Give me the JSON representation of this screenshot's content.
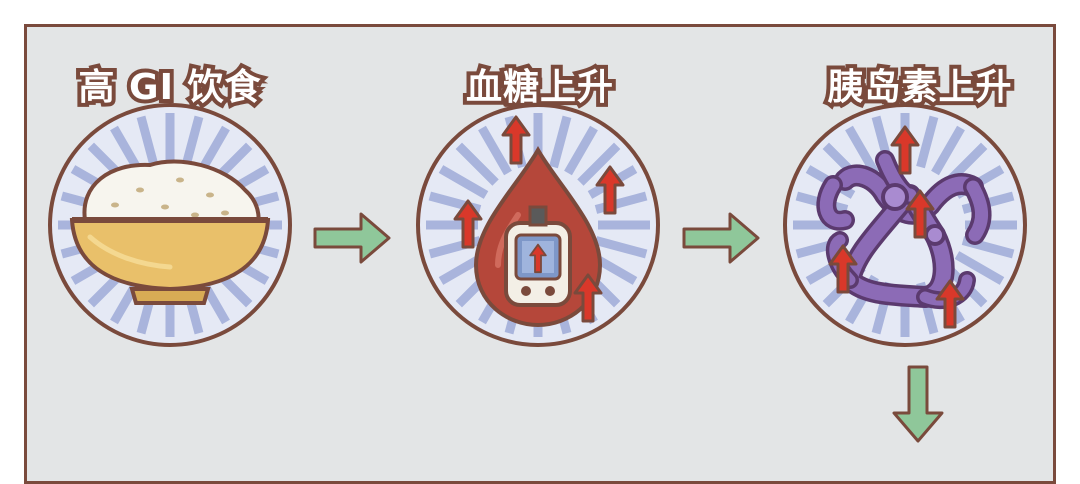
{
  "steps": [
    {
      "label": "高 GI 饮食",
      "icon": "rice-bowl-icon"
    },
    {
      "label": "血糖上升",
      "icon": "blood-glucose-meter-icon"
    },
    {
      "label": "胰岛素上升",
      "icon": "insulin-molecule-icon"
    }
  ],
  "colors": {
    "background": "#e3e5e6",
    "outline": "#7a4a3c",
    "circle_fill": "#dfe4f3",
    "ray": "#9aa7d6",
    "arrow_green": "#8fc79a",
    "arrow_red": "#d9382a",
    "bowl": "#e9c06a",
    "blood": "#b5473a",
    "insulin": "#8c6bb6"
  }
}
